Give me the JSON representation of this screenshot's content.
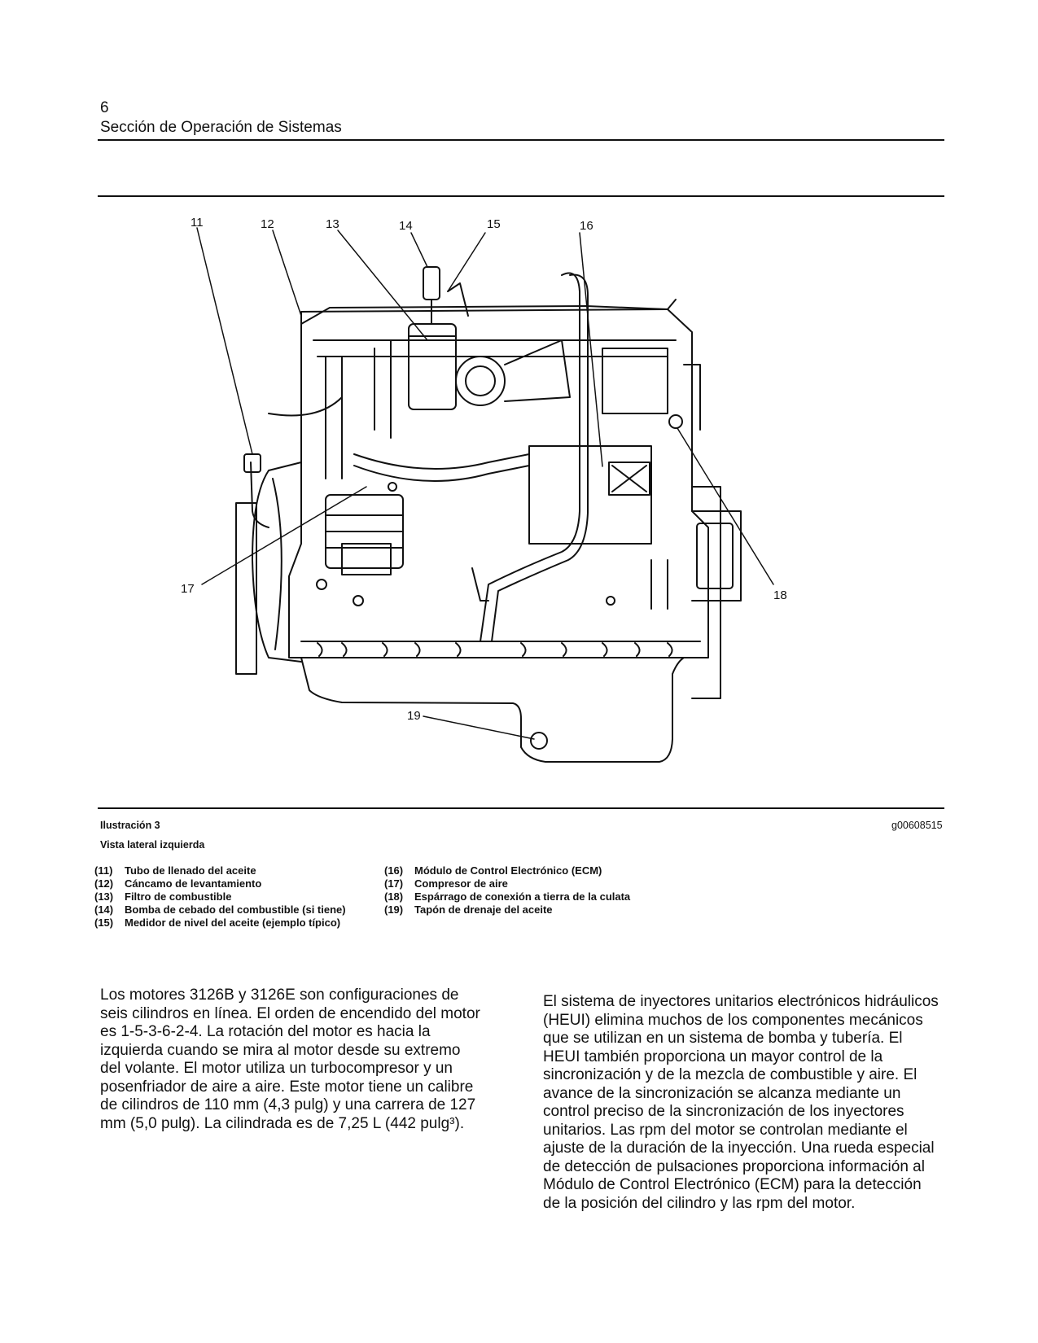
{
  "header": {
    "page_number": "6",
    "section_title": "Sección de Operación de Sistemas"
  },
  "figure": {
    "label": "Ilustración 3",
    "subtitle": "Vista lateral izquierda",
    "image_id": "g00608515",
    "callouts": {
      "c11": "11",
      "c12": "12",
      "c13": "13",
      "c14": "14",
      "c15": "15",
      "c16": "16",
      "c17": "17",
      "c18": "18",
      "c19": "19"
    }
  },
  "legend": {
    "left": [
      {
        "num": "(11)",
        "text": "Tubo de llenado del aceite"
      },
      {
        "num": "(12)",
        "text": "Cáncamo de levantamiento"
      },
      {
        "num": "(13)",
        "text": "Filtro de combustible"
      },
      {
        "num": "(14)",
        "text": "Bomba de cebado del combustible (si tiene)"
      },
      {
        "num": "(15)",
        "text": "Medidor de nivel del aceite (ejemplo típico)"
      }
    ],
    "right": [
      {
        "num": "(16)",
        "text": "Módulo de Control Electrónico (ECM)"
      },
      {
        "num": "(17)",
        "text": "Compresor de aire"
      },
      {
        "num": "(18)",
        "text": "Espárrago de conexión a tierra de la culata"
      },
      {
        "num": "(19)",
        "text": "Tapón de drenaje del aceite"
      }
    ]
  },
  "body": {
    "left_paragraph": "Los motores 3126B y 3126E son configuraciones de seis cilindros en línea. El orden de encendido del motor es 1-5-3-6-2-4. La rotación del motor es hacia la izquierda cuando se mira al motor desde su extremo del volante. El motor utiliza un turbocompresor y un posenfriador de aire a aire. Este motor tiene un calibre de cilindros de 110 mm (4,3 pulg) y una carrera de 127 mm (5,0 pulg). La cilindrada es de 7,25 L (442 pulg³).",
    "right_paragraph": "El sistema de inyectores unitarios electrónicos hidráulicos (HEUI) elimina muchos de los componentes mecánicos que se utilizan en un sistema de bomba y tubería. El HEUI también proporciona un mayor control de la sincronización y de la mezcla de combustible y aire. El avance de la sincronización se alcanza mediante un control preciso de la sincronización de los inyectores unitarios. Las rpm del motor se controlan mediante el ajuste de la duración de la inyección. Una rueda especial de detección de pulsaciones proporciona información al Módulo de Control Electrónico (ECM) para la detección de la posición del cilindro y las rpm del motor."
  }
}
